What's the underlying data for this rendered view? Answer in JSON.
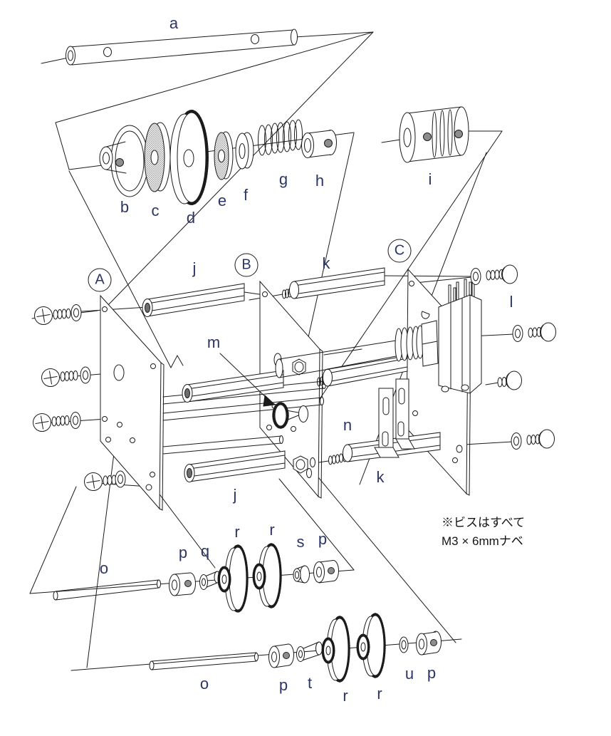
{
  "diagram": {
    "callouts": {
      "A": "A",
      "B": "B",
      "C": "C"
    },
    "part_labels": {
      "a": "a",
      "b": "b",
      "c": "c",
      "d": "d",
      "e": "e",
      "f": "f",
      "g": "g",
      "h": "h",
      "i": "i",
      "j": "j",
      "k": "k",
      "l": "l",
      "m": "m",
      "n": "n",
      "o": "o",
      "p": "p",
      "q": "q",
      "r": "r",
      "s": "s",
      "t": "t",
      "u": "u"
    },
    "note": {
      "line1": "※ビスはすべて",
      "line2": "M3 × 6mmナベ"
    },
    "colors": {
      "line": "#1b1b1b",
      "label": "#2c3566",
      "set_screw": "#8d8d8d"
    }
  }
}
